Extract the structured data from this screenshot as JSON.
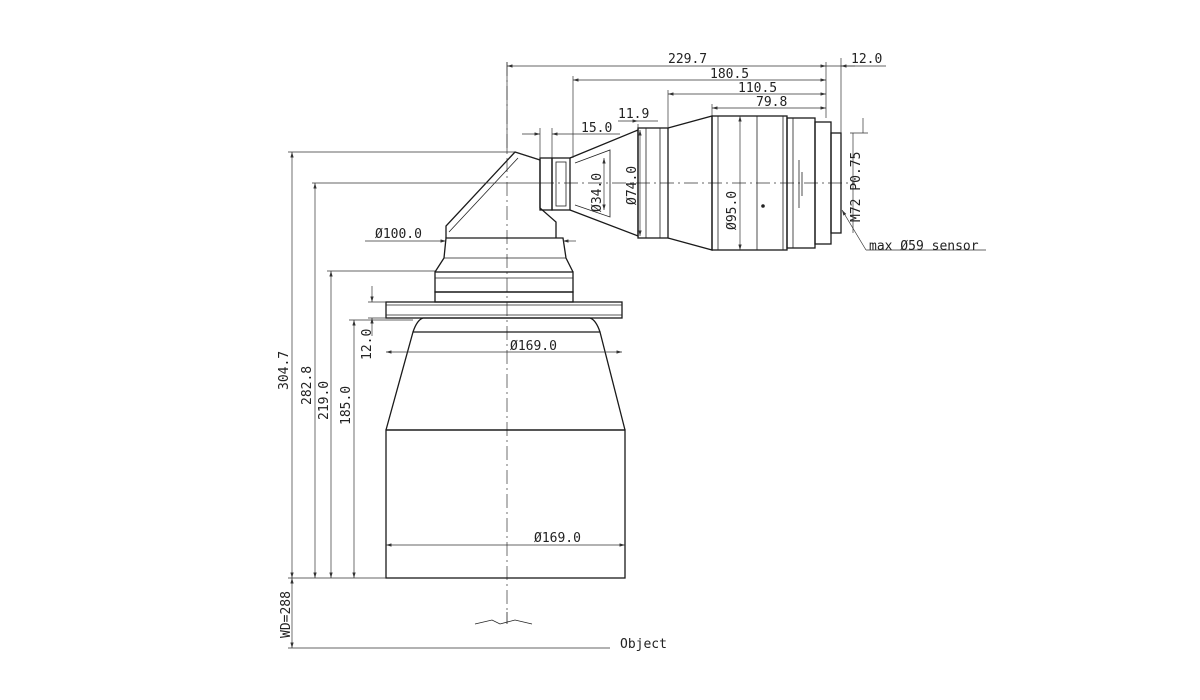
{
  "drawing": {
    "line_color": "#1a1a1a",
    "background": "#ffffff",
    "dimensions": {
      "len_229_7": "229.7",
      "len_180_5": "180.5",
      "len_110_5": "110.5",
      "len_79_8": "79.8",
      "len_12_0_top": "12.0",
      "len_11_9": "11.9",
      "len_15_0": "15.0",
      "dia_100": "Ø100.0",
      "dia_169_flange": "Ø169.0",
      "dia_169_body": "Ø169.0",
      "dia_34": "Ø34.0",
      "dia_74": "Ø74.0",
      "dia_95": "Ø95.0",
      "thread": "M72 P0.75",
      "sensor": "max Ø59 sensor",
      "h_304_7": "304.7",
      "h_282_8": "282.8",
      "h_219_0": "219.0",
      "h_185_0": "185.0",
      "h_12_0": "12.0",
      "wd": "WD=288",
      "object": "Object"
    }
  }
}
